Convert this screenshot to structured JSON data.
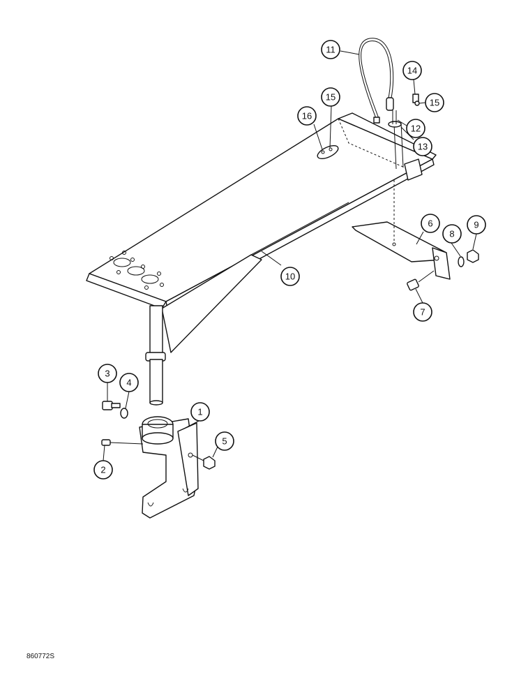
{
  "callouts": [
    {
      "id": "1",
      "label": "1"
    },
    {
      "id": "2",
      "label": "2"
    },
    {
      "id": "3",
      "label": "3"
    },
    {
      "id": "4",
      "label": "4"
    },
    {
      "id": "5",
      "label": "5"
    },
    {
      "id": "6",
      "label": "6"
    },
    {
      "id": "7",
      "label": "7"
    },
    {
      "id": "8",
      "label": "8"
    },
    {
      "id": "9",
      "label": "9"
    },
    {
      "id": "10",
      "label": "10"
    },
    {
      "id": "11",
      "label": "11"
    },
    {
      "id": "12",
      "label": "12"
    },
    {
      "id": "13",
      "label": "13"
    },
    {
      "id": "14",
      "label": "14"
    },
    {
      "id": "15a",
      "label": "15"
    },
    {
      "id": "15b",
      "label": "15"
    },
    {
      "id": "16",
      "label": "16"
    }
  ],
  "drawing_number": "860772S"
}
